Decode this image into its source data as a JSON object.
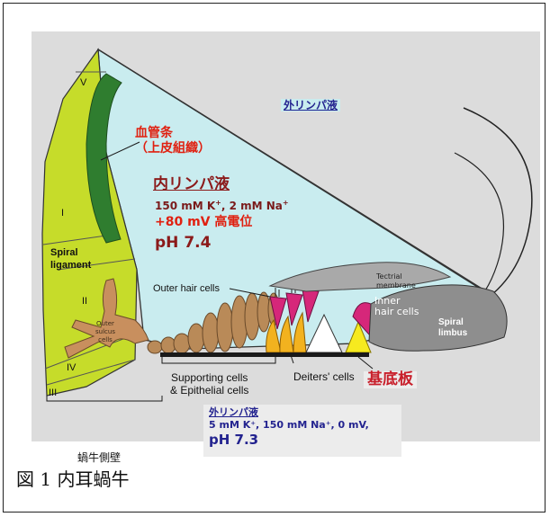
{
  "labels": {
    "perilymph_top": "外リンパ液",
    "roman_V": "V",
    "roman_I": "I",
    "roman_II": "II",
    "roman_III": "III",
    "roman_IV": "IV",
    "stria_line1": "血管条",
    "stria_line2": "（上皮組織）",
    "spiral_ligament_line1": "Spiral",
    "spiral_ligament_line2": "ligament",
    "outer_sulcus_line1": "Outer",
    "outer_sulcus_line2": "sulcus",
    "outer_sulcus_line3": "cells",
    "outer_hair_cells": "Outer hair cells",
    "tectorial_line1": "Tectrial",
    "tectorial_line2": "membrane",
    "inner_hair_line1": "Inner",
    "inner_hair_line2": "hair cells",
    "spiral_limbus_line1": "Spiral",
    "spiral_limbus_line2": "limbus",
    "supporting_line1": "Supporting cells",
    "supporting_line2": "& Epithelial cells",
    "deiters": "Deiters' cells",
    "basilar_membrane": "基底板",
    "lateral_wall": "蝸牛側壁"
  },
  "endolymph": {
    "title": "内リンパ液",
    "ions_prefix": "150 mM K",
    "ions_plus1": "+",
    "ions_mid": ", 2 mM Na",
    "ions_plus2": "+",
    "potential": "+80 mV 高電位",
    "ph": "pH 7.4"
  },
  "perilymph_box": {
    "title": "外リンパ液",
    "ions": "5 mM K⁺, 150 mM Na⁺, 0 mV,",
    "ph": "pH 7.3"
  },
  "caption": "図 1  内耳蝸牛",
  "colors": {
    "background_panel": "#dcdcdc",
    "endolymph_fill": "#c9ecef",
    "lateral_wall": "#c6dc2a",
    "stria": "#2f7d2f",
    "supporting_cells": "#b98a58",
    "outer_hair_cells": "#d6277a",
    "deiters_cells": "#f2b21f",
    "tectorial": "#a9a9a9",
    "spiral_limbus": "#8e8e8e",
    "basilar": "#1a1a1a"
  }
}
